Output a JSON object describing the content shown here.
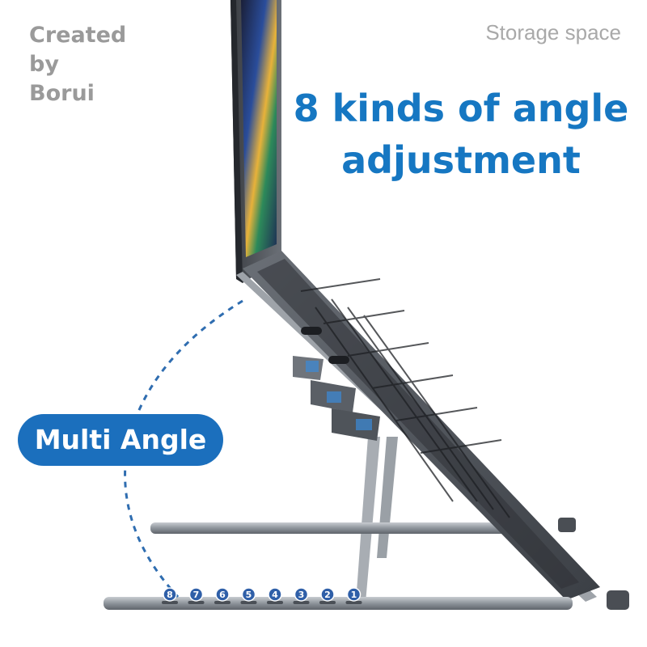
{
  "watermark": {
    "lines": [
      "Created",
      "by",
      "Borui"
    ]
  },
  "corner_label": "Storage space",
  "headline": {
    "line1": "8 kinds of angle",
    "line2": "adjustment"
  },
  "badge": {
    "label": "Multi Angle"
  },
  "angle_slots": [
    "8",
    "7",
    "6",
    "5",
    "4",
    "3",
    "2",
    "1"
  ],
  "colors": {
    "headline": "#1677c2",
    "badge": "#1b6fbd",
    "stand_metal": "#8e949b",
    "laptop_body": "#4d5157",
    "dashed_arc": "#2f6db0",
    "slot_number_fill": "#2f5fa8"
  }
}
